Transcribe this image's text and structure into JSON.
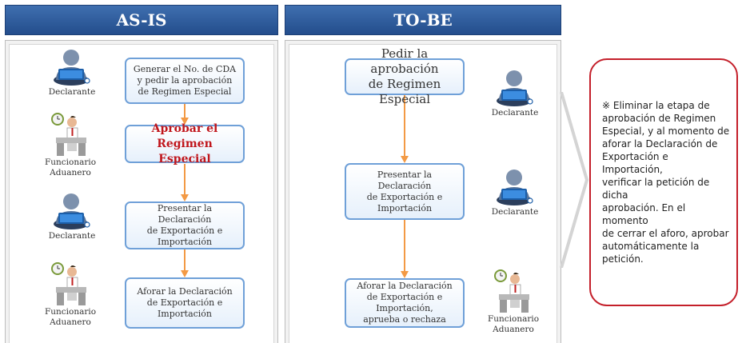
{
  "asis": {
    "header": "AS-IS",
    "steps": [
      "Generar el No. de CDA\ny pedir la aprobación\nde Regimen Especial",
      "Aprobar el\nRegimen Especial",
      "Presentar la Declaración\nde Exportación e\nImportación",
      "Aforar la Declaración\nde Exportación e\nImportación"
    ],
    "actors": [
      "Declarante",
      "Funcionario\nAduanero",
      "Declarante",
      "Funcionario\nAduanero"
    ]
  },
  "tobe": {
    "header": "TO-BE",
    "steps": [
      "Pedir la aprobación\nde Regimen Especial",
      "Presentar la Declaración\nde Exportación e\nImportación",
      "Aforar la Declaración\nde Exportación e\nImportación,\naprueba o rechaza"
    ],
    "actors": [
      "Declarante",
      "Declarante",
      "Funcionario\nAduanero"
    ]
  },
  "note": "※ Eliminar la etapa de\naprobación de Regimen\nEspecial, y al momento de\naforar la Declaración de\nExportación e Importación,\nverificar la petición de dicha\naprobación. En el momento\nde cerrar el aforo, aprobar\nautomáticamente la petición.",
  "colors": {
    "header": "#2f5d9e",
    "box_border": "#6fa0d8",
    "arrow": "#f39a45",
    "highlight_text": "#c0161c",
    "note_border": "#c41f2a"
  },
  "icons": {
    "declarante": "person-at-laptop-icon",
    "funcionario": "clerk-at-desk-with-clock-icon"
  }
}
